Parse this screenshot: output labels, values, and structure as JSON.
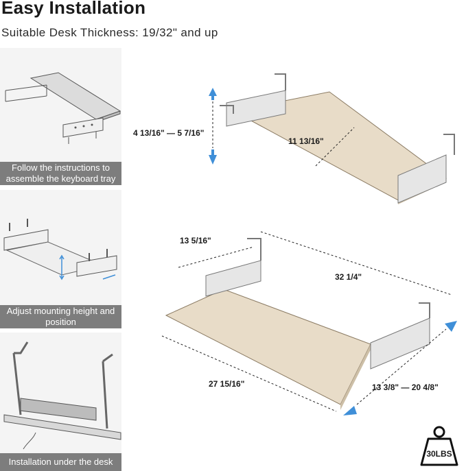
{
  "header": {
    "title": "Easy Installation",
    "subtitle": "Suitable Desk Thickness: 19/32\"  and up"
  },
  "steps": [
    {
      "caption": "Follow the instructions to assemble the keyboard tray"
    },
    {
      "caption": "Adjust mounting height and position"
    },
    {
      "caption": "Installation under the desk"
    }
  ],
  "dimensions": {
    "height_range": "4 13/16\" — 5 7/16\"",
    "tray_depth": "11 13/16\"",
    "bracket_depth": "13 5/16\"",
    "overall_width": "32 1/4\"",
    "tray_width": "27 15/16\"",
    "slide_range": "13 3/8\" — 20 4/8\""
  },
  "badge": {
    "weight": "30LBS"
  },
  "colors": {
    "wood": "#e8dcc8",
    "metal": "#e6e6e6",
    "arrow": "#3f8fd8",
    "caption_bg": "#7d7d7d"
  }
}
